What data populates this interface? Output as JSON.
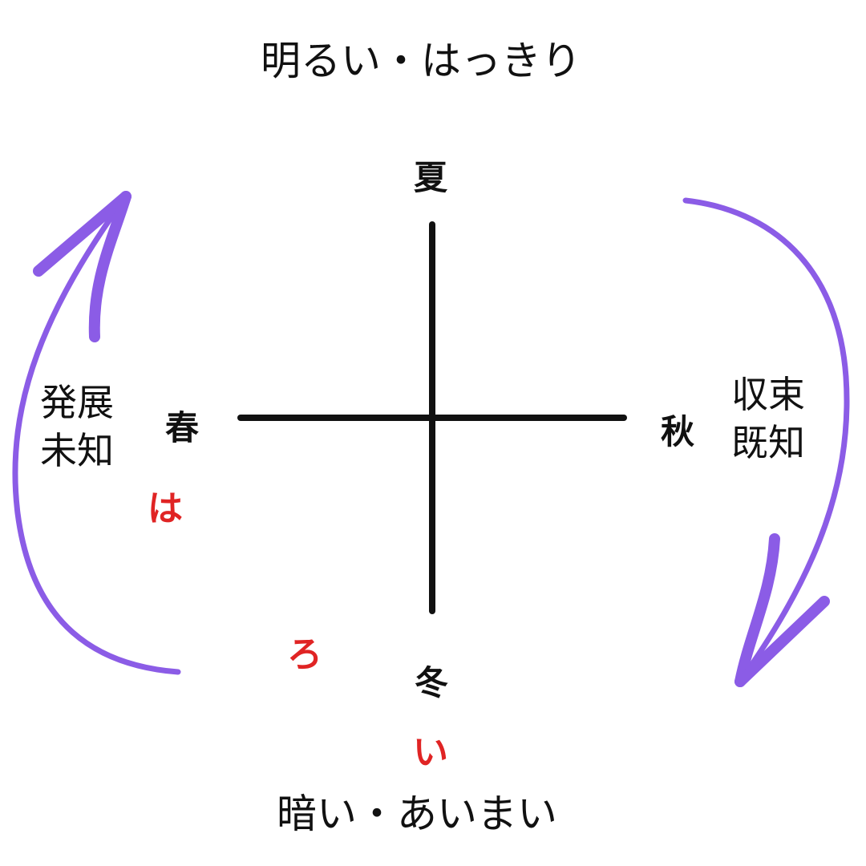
{
  "top_label": "明るい・はっきり",
  "bottom_label": "暗い・あいまい",
  "seasons": {
    "summer": "夏",
    "spring": "春",
    "autumn": "秋",
    "winter": "冬"
  },
  "left_side": {
    "line1": "発展",
    "line2": "未知"
  },
  "right_side": {
    "line1": "収束",
    "line2": "既知"
  },
  "markers": {
    "ha": "は",
    "ro": "ろ",
    "i": "い"
  },
  "colors": {
    "arrow": "#8b5ce6",
    "marker": "#e02424",
    "axis": "#111111"
  }
}
